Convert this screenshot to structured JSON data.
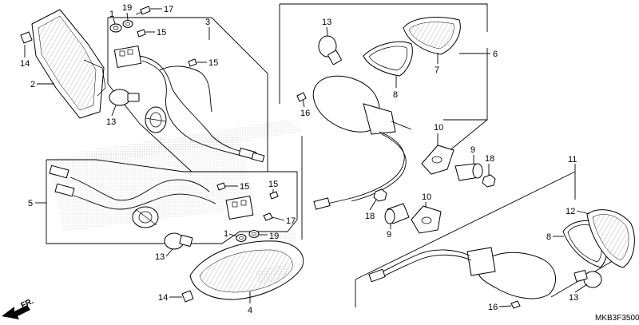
{
  "diagram": {
    "callouts": {
      "c1a": "1",
      "c19a": "19",
      "c17a": "17",
      "c3": "3",
      "c15a": "15",
      "c14a": "14",
      "c2": "2",
      "c15b": "15",
      "c13a": "13",
      "c13b": "13",
      "c6": "6",
      "c7": "7",
      "c8a": "8",
      "c16a": "16",
      "c10a": "10",
      "c9a": "9",
      "c18a": "18",
      "c11": "11",
      "c5": "5",
      "c15c": "15",
      "c15d": "15",
      "c17b": "17",
      "c10b": "10",
      "c18b": "18",
      "c9b": "9",
      "c1b": "1",
      "c19b": "19",
      "c12": "12",
      "c8b": "8",
      "c13c": "13",
      "c14b": "14",
      "c4": "4",
      "c16b": "16",
      "c13d": "13"
    },
    "direction_label": "FR.",
    "drawing_code": "MKB3F3500"
  }
}
